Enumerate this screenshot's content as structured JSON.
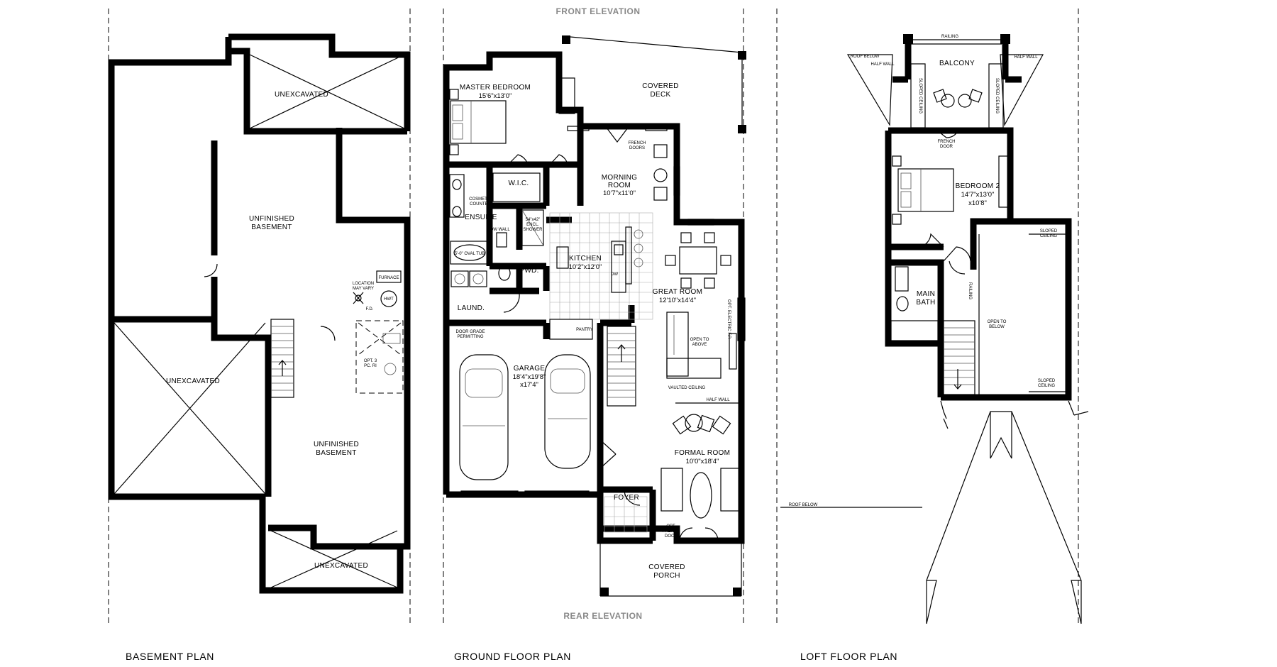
{
  "elevations": {
    "front": "FRONT ELEVATION",
    "rear": "REAR ELEVATION"
  },
  "plan_titles": {
    "basement": "BASEMENT PLAN",
    "ground": "GROUND FLOOR PLAN",
    "loft": "LOFT FLOOR PLAN"
  },
  "basement": {
    "unexcavated_top": "UNEXCAVATED",
    "unexcavated_left": "UNEXCAVATED",
    "unexcavated_bottom": "UNEXCAVATED",
    "unfinished_1_l1": "UNFINISHED",
    "unfinished_1_l2": "BASEMENT",
    "unfinished_2_l1": "UNFINISHED",
    "unfinished_2_l2": "BASEMENT",
    "furnace": "FURNACE",
    "hwt": "HWT",
    "location_l1": "LOCATION",
    "location_l2": "MAY VARY",
    "fd": "F.D.",
    "opt_l1": "OPT. 3",
    "opt_l2": "PC. RI"
  },
  "ground": {
    "master_bedroom": "MASTER BEDROOM",
    "master_dim": "15'6\"x13'0\"",
    "wic": "W.I.C.",
    "cosmetic_l1": "COSMETIC",
    "cosmetic_l2": "COUNTER",
    "ensuite": "ENSUITE",
    "low_wall": "LOW WALL",
    "shower_l1": "54\"x42\"",
    "shower_l2": "ENCL.",
    "shower_l3": "SHOWER",
    "oval_tub": "5'-0\" OVAL TUB",
    "pwd": "PWD.",
    "laund": "LAUND.",
    "door_grade_l1": "DOOR GRADE",
    "door_grade_l2": "PERMITTING",
    "garage": "GARAGE",
    "garage_dim1": "18'4\"x19'8\"",
    "garage_dim2": "x17'4\"",
    "covered_deck_l1": "COVERED",
    "covered_deck_l2": "DECK",
    "french_doors_l1": "FRENCH",
    "french_doors_l2": "DOORS",
    "morning_room_l1": "MORNING",
    "morning_room_l2": "ROOM",
    "morning_dim": "10'7\"x11'0\"",
    "kitchen": "KITCHEN",
    "kitchen_dim": "10'2\"x12'0\"",
    "dw": "DW",
    "pantry": "PANTRY",
    "great_room": "GREAT ROOM",
    "great_dim": "12'10\"x14'4\"",
    "open_above_l1": "OPEN TO",
    "open_above_l2": "ABOVE",
    "vaulted": "VAULTED CEILING",
    "opt_fp": "OPT. ELECTRIC F.P.",
    "half_wall": "HALF WALL",
    "formal_room": "FORMAL ROOM",
    "formal_dim": "10'0\"x18'4\"",
    "foyer": "FOYER",
    "opt_french_l1": "OPT.",
    "opt_french_l2": "FRENCH",
    "opt_french_l3": "DOOR",
    "covered_porch_l1": "COVERED",
    "covered_porch_l2": "PORCH"
  },
  "loft": {
    "railing_top": "RAILING",
    "roof_below_tl": "ROOF BELOW",
    "half_wall_l": "HALF WALL",
    "half_wall_r": "HALF WALL",
    "balcony": "BALCONY",
    "sloped_l": "SLOPED CEILING",
    "sloped_r": "SLOPED CEILING",
    "french_door_l1": "FRENCH",
    "french_door_l2": "DOOR",
    "bedroom2": "BEDROOM 2",
    "bedroom2_dim1": "14'7\"x13'0\"",
    "bedroom2_dim2": "x10'8\"",
    "main_bath_l1": "MAIN",
    "main_bath_l2": "BATH",
    "railing_side": "RAILING",
    "open_below_l1": "OPEN TO",
    "open_below_l2": "BELOW",
    "sloped_top_l1": "SLOPED",
    "sloped_top_l2": "CEILING",
    "sloped_bot_l1": "SLOPED",
    "sloped_bot_l2": "CEILING",
    "roof_below": "ROOF BELOW"
  }
}
